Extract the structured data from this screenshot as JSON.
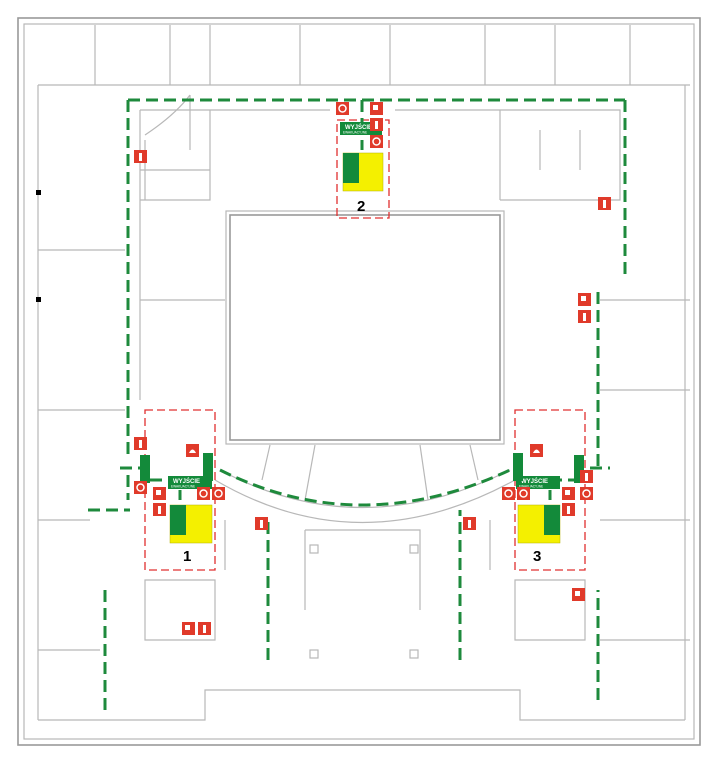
{
  "title": "Evacuation floor plan",
  "stairs": [
    {
      "number": "1"
    },
    {
      "number": "2"
    },
    {
      "number": "3"
    }
  ],
  "exit_sign": {
    "title": "WYJŚCIE",
    "subtitle": "EWAKUACYJNE"
  },
  "legend_icons": [
    "fire-extinguisher-icon",
    "hydrant-icon",
    "fire-alarm-button-icon",
    "fire-blanket-icon",
    "exit-direction-icon"
  ],
  "colors": {
    "route": "#1e8a3c",
    "safety": "#e03a2a",
    "stairs": "#f4f000",
    "walls": "#b8b8b8",
    "zone": "#e03030"
  }
}
